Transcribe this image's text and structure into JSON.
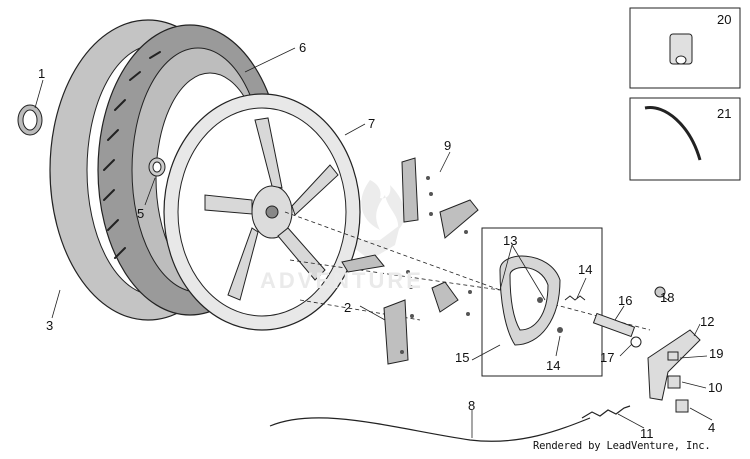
{
  "callouts": {
    "p1": "1",
    "p2": "2",
    "p3": "3",
    "p4": "4",
    "p5": "5",
    "p6": "6",
    "p7": "7",
    "p8": "8",
    "p9": "9",
    "p10": "10",
    "p11": "11",
    "p12": "12",
    "p13": "13",
    "p14a": "14",
    "p14b": "14",
    "p15": "15",
    "p16": "16",
    "p17": "17",
    "p18": "18",
    "p19": "19",
    "p20": "20",
    "p21": "21"
  },
  "watermark": "ADVENTURE",
  "credit": "Rendered by LeadVenture, Inc.",
  "colors": {
    "tire": "#bdbdbd",
    "tread": "#8a8a8a",
    "line": "#222222",
    "part": "#cfcfcf"
  }
}
